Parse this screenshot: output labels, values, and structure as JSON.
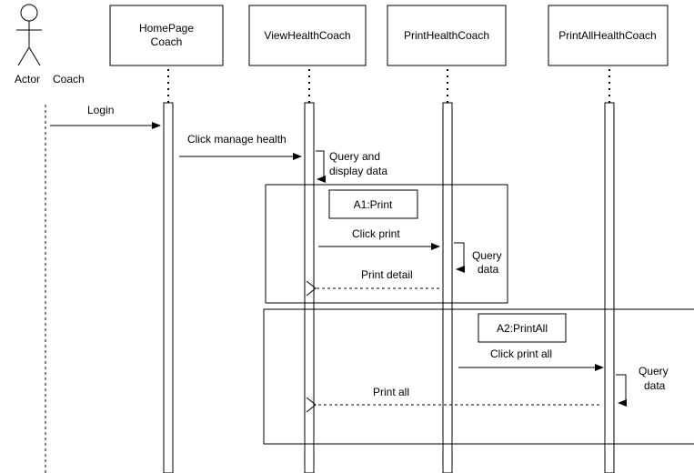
{
  "actor": {
    "label": "Actor",
    "name": "Coach"
  },
  "participants": {
    "homepage": {
      "line1": "HomePage",
      "line2": "Coach"
    },
    "view": {
      "label": "ViewHealthCoach"
    },
    "print": {
      "label": "PrintHealthCoach"
    },
    "printall": {
      "label": "PrintAllHealthCoach"
    }
  },
  "messages": {
    "login": "Login",
    "manage": "Click manage health",
    "query1_line1": "Query and",
    "query1_line2": "display data",
    "click_print": "Click print",
    "query2_line1": "Query",
    "query2_line2": "data",
    "print_detail": "Print detail",
    "click_print_all": "Click print all",
    "query3_line1": "Query",
    "query3_line2": "data",
    "print_all": "Print all"
  },
  "fragments": {
    "a1": "A1:Print",
    "a2": "A2:PrintAll"
  }
}
